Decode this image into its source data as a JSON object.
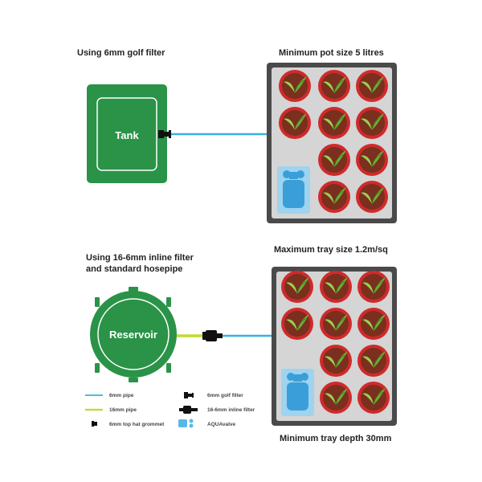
{
  "top": {
    "title_left": "Using 6mm golf filter",
    "title_right": "Minimum pot size 5 litres",
    "tank_label": "Tank"
  },
  "bottom": {
    "title_left_line1": "Using 16-6mm inline filter",
    "title_left_line2": "and standard hosepipe",
    "title_right": "Maximum tray size 1.2m/sq",
    "reservoir_label": "Reservoir",
    "footer": "Minimum tray depth 30mm"
  },
  "legend": {
    "pipe_6mm": "6mm pipe",
    "pipe_16mm": "16mm pipe",
    "grommet": "6mm top hat grommet",
    "golf_filter": "6mm golf filter",
    "inline_filter": "16-6mm inline filter",
    "aquavalve": "AQUAvalve"
  },
  "colors": {
    "green": "#2a9348",
    "pipe_blue": "#3ab0df",
    "pipe_yellow": "#c4d82a",
    "tray": "#d5d5d5",
    "pot_red": "#cf2a2a",
    "soil": "#7a2f1f",
    "leaf": "#7dbd3f",
    "valve_blue": "#5ab8e6"
  }
}
